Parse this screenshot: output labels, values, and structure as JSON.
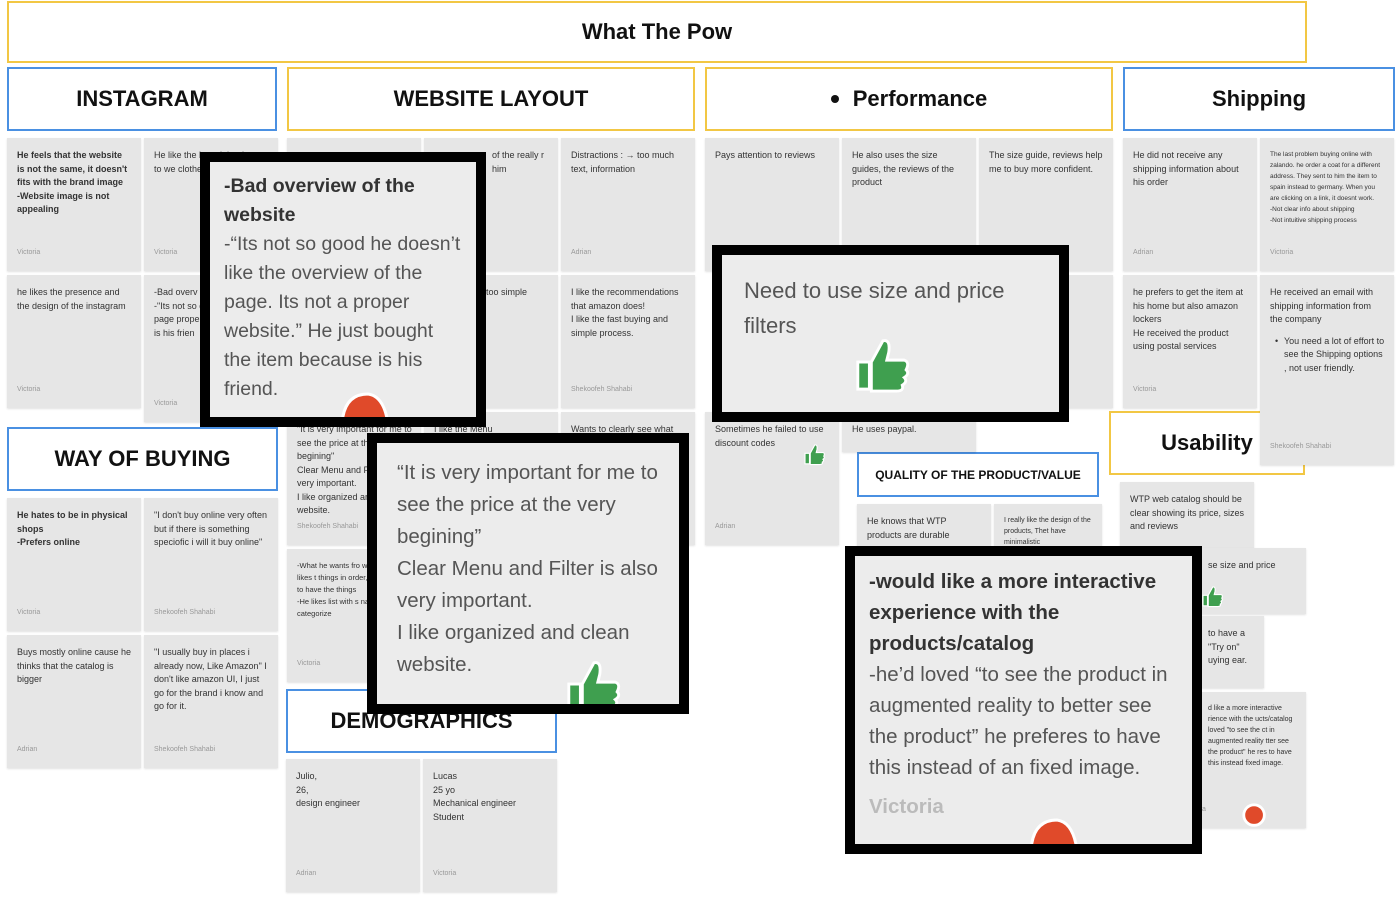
{
  "board": {
    "title": "What The Pow"
  },
  "sections": {
    "instagram": "INSTAGRAM",
    "website_layout": "WEBSITE LAYOUT",
    "performance": "Performance",
    "shipping": "Shipping",
    "way_of_buying": "WAY OF BUYING",
    "demographics": "DEMOGRAPHICS",
    "quality": "QUALITY OF THE PRODUCT/VALUE",
    "usability": "Usability"
  },
  "notes": {
    "n1": {
      "text": "He feels that the website is not the same, it doesn't fits with the brand image\n-Website image is not appealing",
      "author": "Victoria"
    },
    "n2": {
      "text": "He like the brand that loves to we clothes be confortable",
      "author": "Victoria"
    },
    "n3": {
      "text": "he likes the presence and the design of the instagram",
      "author": "Victoria"
    },
    "n4": {
      "text": "-Bad overv website\n-\"Its not so doesn't like of the page proper web bought the is his frien",
      "author": "Victoria"
    },
    "n5": {
      "text": "of the really r him",
      "author": ""
    },
    "n6": {
      "text": "Distractions : → too much text, information",
      "author": "Adrian"
    },
    "n7": {
      "text": "too simple",
      "author": ""
    },
    "n8": {
      "text": "I like the recommendations that amazon does!\nI like the fast buying and simple process.",
      "author": "Shekoofeh Shahabi"
    },
    "n9": {
      "text": "\"It is very important for me to see the price at the very begining\"\nClear Menu and Filter is also very important.\nI like organized and clean website.",
      "author": "Shekoofeh Shahabi"
    },
    "n10": {
      "text": "I like the Menu",
      "author": ""
    },
    "n11": {
      "text": "Wants to clearly see what",
      "author": ""
    },
    "n12": {
      "text": "-What he wants fro website: he likes t things in order, cle prefers to have the things\n-He likes list with s names, categorize",
      "author": "Victoria"
    },
    "n13": {
      "text": "Pays attention to reviews",
      "author": ""
    },
    "n14": {
      "text": "He also uses the size guides, the reviews of the product",
      "author": ""
    },
    "n15": {
      "text": "The size guide, reviews help me to buy more confident.",
      "author": ""
    },
    "n16": {
      "text": "ard",
      "author": ""
    },
    "n17": {
      "text": "Sometimes he failed to use discount codes",
      "author": "Adrian"
    },
    "n18": {
      "text": "He uses paypal.",
      "author": ""
    },
    "n19": {
      "text": "He did not receive any shipping information about his order",
      "author": "Adrian"
    },
    "n20": {
      "text": "The last problem buying online with zalando. he order a coat for a different address. They sent to him the item to spain instead to germany. When you are clicking on a link, it doesnt work.\n-Not clear info about shipping\n-Not intuitive shipping process",
      "author": "Victoria"
    },
    "n21": {
      "text": "he prefers to get the item at his home but also amazon lockers\nHe received the product using postal services",
      "author": "Victoria"
    },
    "n22": {
      "text": "He received an email with shipping information from the company",
      "bullet": "You need a lot of effort to see the Shipping options , not user friendly.",
      "author": "Shekoofeh Shahabi"
    },
    "n23": {
      "text": "He hates to be in physical shops\n-Prefers online",
      "author": "Victoria"
    },
    "n24": {
      "text": "\"I don't buy online very often but if there is something speciofic i will it buy online\"",
      "author": "Shekoofeh Shahabi"
    },
    "n25": {
      "text": "Buys mostly online cause he thinks that the catalog is bigger",
      "author": "Adrian"
    },
    "n26": {
      "text": "\"I usually buy in places i already now, Like Amazon\" I don't like amazon UI, I just go for the brand i know and go for it.",
      "author": "Shekoofeh Shahabi"
    },
    "n27": {
      "text": "Julio,\n26,\ndesign engineer",
      "author": "Adrian"
    },
    "n28": {
      "text": "Lucas\n25 yo\nMechanical engineer\nStudent",
      "author": "Victoria"
    },
    "n29": {
      "text": "He knows that WTP products are durable",
      "author": ""
    },
    "n30": {
      "text": "I really like the design of the products, Thet have minimalistic",
      "author": ""
    },
    "n31": {
      "text": "WTP web catalog should be clear showing its price, sizes and reviews",
      "author": ""
    },
    "n32": {
      "text": "se size and price",
      "author": ""
    },
    "n33": {
      "text": "to have a \"Try on\" uying ear.",
      "author": ""
    },
    "n34": {
      "text": "d like a more interactive rience with the ucts/catalog\nloved \"to see the ct in augmented reality tter see the product\" he res to have this instead fixed image.",
      "author": "a"
    }
  },
  "zooms": {
    "z1": {
      "bold": "-Bad overview of the website",
      "text": "-“Its not so good he doesn’t like the overview of the page. Its not a proper website.” He just bought the item because is his friend."
    },
    "z2": {
      "text": "Need to use size and price filters"
    },
    "z3": {
      "text": "“It is very important for me to see the price at the very begining”\nClear Menu and Filter is also  very important.\n I like organized and clean website."
    },
    "z4": {
      "bold": "-would like a more interactive experience with the products/catalog",
      "text": "-he’d loved “to see the product in augmented reality to better see the product” he preferes to have this instead of an fixed image.",
      "author": "Victoria"
    }
  },
  "colors": {
    "yellow_frame": "#f2c744",
    "blue_frame": "#4a90e2",
    "sticky_note": "#e6e6e6",
    "thumbs_up": "#3f9f4f",
    "red_sticker": "#e04a2a"
  }
}
